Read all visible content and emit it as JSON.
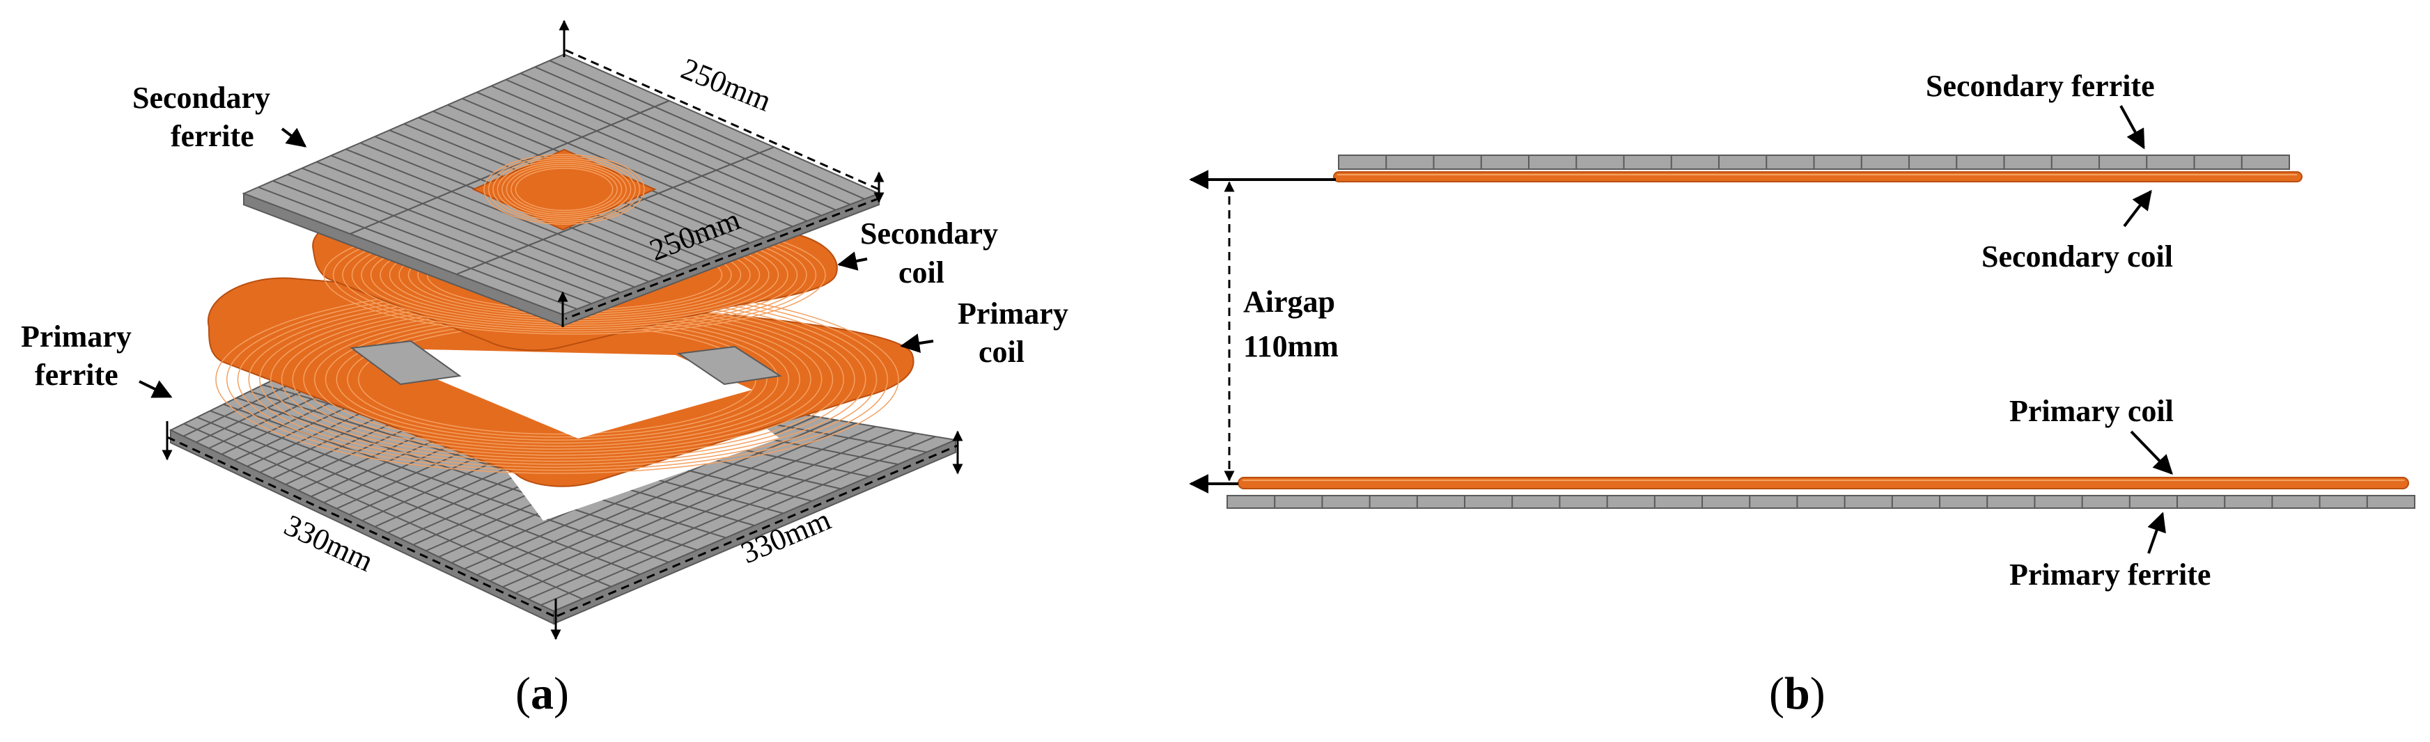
{
  "colors": {
    "ferrite": "#a6a6a6",
    "ferrite_dark": "#7f7f7f",
    "ferrite_edge": "#5a5a5a",
    "coil": "#e46c1f",
    "coil_light": "#f4a060",
    "coil_line": "#b94e0f"
  },
  "panel_a": {
    "label_secondary_ferrite_1": "Secondary",
    "label_secondary_ferrite_2": "ferrite",
    "label_secondary_coil_1": "Secondary",
    "label_secondary_coil_2": "coil",
    "label_primary_coil_1": "Primary",
    "label_primary_coil_2": "coil",
    "label_primary_ferrite_1": "Primary",
    "label_primary_ferrite_2": "ferrite",
    "dim_secondary_x": "250mm",
    "dim_secondary_y": "250mm",
    "dim_primary_x": "330mm",
    "dim_primary_y": "330mm",
    "caption_letter": "a"
  },
  "panel_b": {
    "label_secondary_ferrite": "Secondary ferrite",
    "label_secondary_coil": "Secondary coil",
    "label_airgap_1": "Airgap",
    "label_airgap_2": "110mm",
    "label_primary_coil": "Primary coil",
    "label_primary_ferrite": "Primary ferrite",
    "caption_letter": "b"
  }
}
